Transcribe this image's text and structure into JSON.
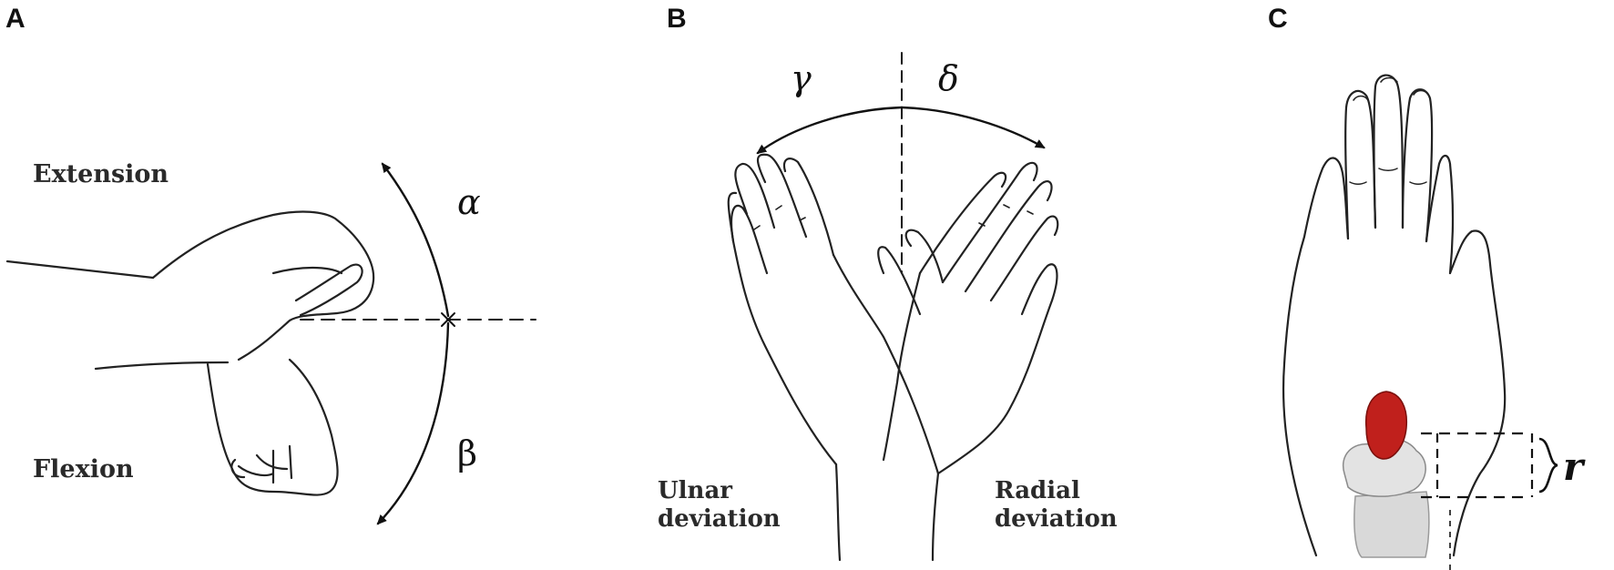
{
  "panels": {
    "a": {
      "letter": "A",
      "extension_label": "Extension",
      "flexion_label": "Flexion",
      "alpha": "α",
      "beta": "β"
    },
    "b": {
      "letter": "B",
      "gamma": "γ",
      "delta": "δ",
      "ulnar_line1": "Ulnar",
      "ulnar_line2": "deviation",
      "radial_line1": "Radial",
      "radial_line2": "deviation"
    },
    "c": {
      "letter": "C",
      "r_label": "r",
      "highlight_color": "#c0201c"
    }
  }
}
